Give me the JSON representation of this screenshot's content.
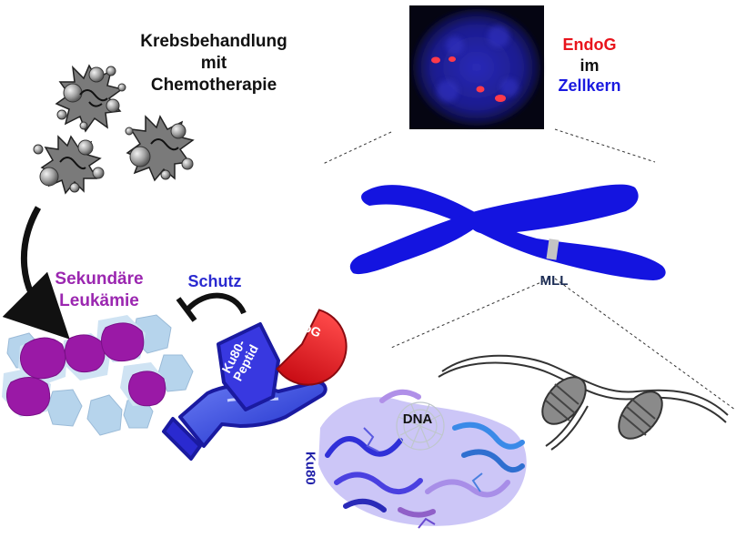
{
  "labels": {
    "chemo_line1": "Krebsbehandlung",
    "chemo_line2": "mit",
    "chemo_line3": "Chemotherapie",
    "nucleus_line1": "EndoG",
    "nucleus_line2": "im",
    "nucleus_line3": "Zellkern",
    "leukemia_line1": "Sekundäre",
    "leukemia_line2": "Leukämie",
    "protection": "Schutz",
    "endog_pacman": "EndoG",
    "peptide_line1": "Ku80-",
    "peptide_line2": "Peptid",
    "mll": "MLL",
    "dna": "DNA",
    "ku80": "Ku80"
  },
  "colors": {
    "chromosome": "#1414e0",
    "endog_red": "#e8141c",
    "leukemia_purple": "#9b27b0",
    "protection_blue": "#2a2ad0",
    "cell_light_blue": "#b6d4ec",
    "drug_gray": "#9a9a9a"
  },
  "icons": {
    "drug": "chemotherapy-molecule-icon",
    "chromosome": "chromosome-icon",
    "nucleosome": "nucleosome-icon",
    "protein": "protein-ribbon-icon",
    "hand": "hand-icon",
    "shield": "shield-icon"
  }
}
